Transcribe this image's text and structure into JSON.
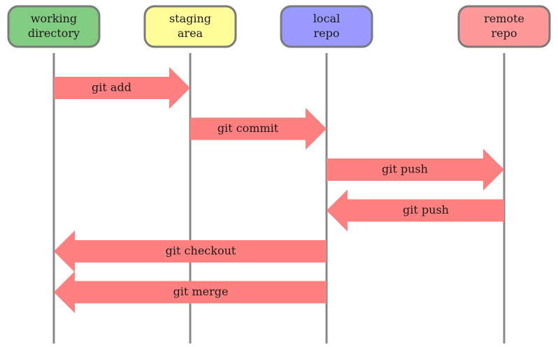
{
  "repositories": [
    {
      "id": "working",
      "lines": [
        "working",
        "directory"
      ],
      "color": "#82cc82"
    },
    {
      "id": "staging",
      "lines": [
        "staging",
        "area"
      ],
      "color": "#fffb99"
    },
    {
      "id": "local",
      "lines": [
        "local",
        "repo"
      ],
      "color": "#9999ff"
    },
    {
      "id": "remote",
      "lines": [
        "remote",
        "repo"
      ],
      "color": "#ff9999"
    }
  ],
  "operations": [
    {
      "label": "git add",
      "from": "working",
      "to": "staging"
    },
    {
      "label": "git commit",
      "from": "staging",
      "to": "local"
    },
    {
      "label": "git push",
      "from": "local",
      "to": "remote"
    },
    {
      "label": "git push",
      "from": "remote",
      "to": "local"
    },
    {
      "label": "git checkout",
      "from": "local",
      "to": "working"
    },
    {
      "label": "git merge",
      "from": "local",
      "to": "working"
    }
  ],
  "arrow_color": "#fe7f80"
}
